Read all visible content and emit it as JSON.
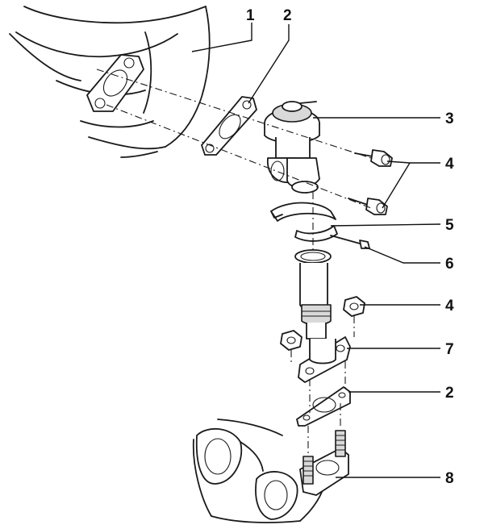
{
  "diagram": {
    "callouts": [
      {
        "id": "c1",
        "label": "1"
      },
      {
        "id": "c2a",
        "label": "2"
      },
      {
        "id": "c3",
        "label": "3"
      },
      {
        "id": "c4a",
        "label": "4"
      },
      {
        "id": "c5",
        "label": "5"
      },
      {
        "id": "c6",
        "label": "6"
      },
      {
        "id": "c4b",
        "label": "4"
      },
      {
        "id": "c7",
        "label": "7"
      },
      {
        "id": "c2b",
        "label": "2"
      },
      {
        "id": "c8",
        "label": "8"
      }
    ]
  }
}
